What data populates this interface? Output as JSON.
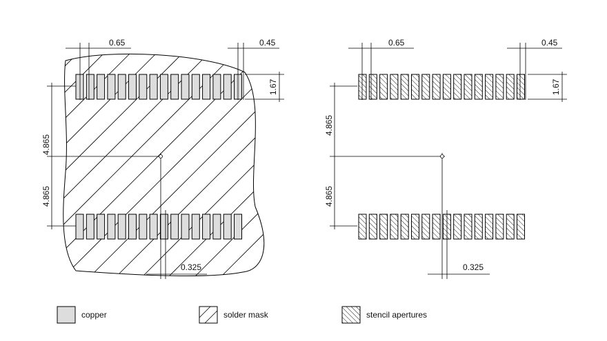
{
  "left_view": {
    "dim_pitch": "0.65",
    "dim_pad_width": "0.45",
    "dim_pad_height": "1.67",
    "dim_row_upper": "4.865",
    "dim_row_lower": "4.865",
    "dim_offset": "0.325"
  },
  "right_view": {
    "dim_pitch": "0.65",
    "dim_pad_width": "0.45",
    "dim_pad_height": "1.67",
    "dim_row_upper": "4.865",
    "dim_row_lower": "4.865",
    "dim_offset": "0.325"
  },
  "pads_per_row": 16,
  "legend": [
    {
      "label": "copper",
      "fill": "#dddddd"
    },
    {
      "label": "solder mask",
      "fill": "#ffffff"
    },
    {
      "label": "stencil apertures",
      "fill": "#ffffff"
    }
  ]
}
